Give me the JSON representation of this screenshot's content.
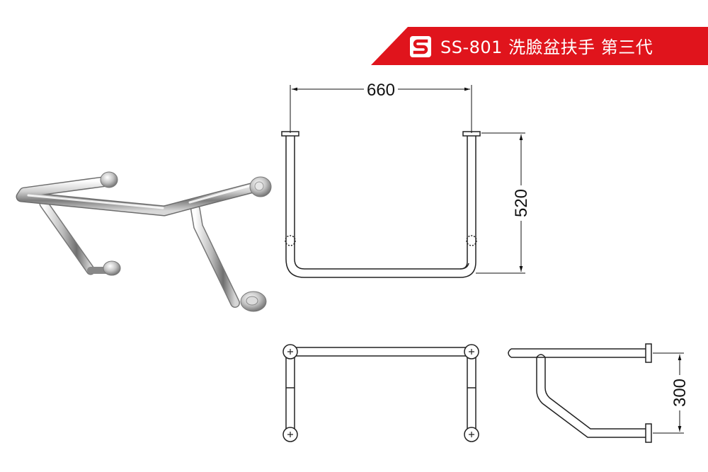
{
  "header": {
    "title": "SS-801 洗臉盆扶手 第三代",
    "banner_color": "#e0141c",
    "logo_icon": "ss-brand-logo-icon"
  },
  "dimensions": {
    "width": "660",
    "height": "520",
    "depth": "300"
  },
  "colors": {
    "line": "#222222",
    "steel_light": "#f4f4f4",
    "steel_dark": "#8a8a8a"
  }
}
